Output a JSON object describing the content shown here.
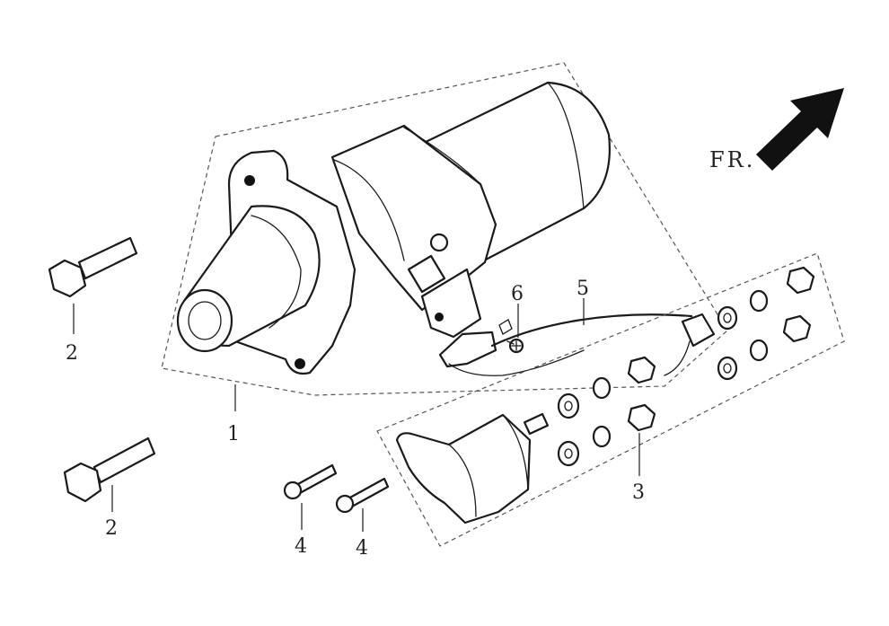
{
  "direction_label": "FR.",
  "callouts": {
    "starter_motor": "1",
    "flange_bolt_upper": "2",
    "flange_bolt_lower": "2",
    "solenoid_kit": "3",
    "screw_left": "4",
    "screw_right": "4",
    "lead_wire": "5",
    "small_screw": "6"
  }
}
